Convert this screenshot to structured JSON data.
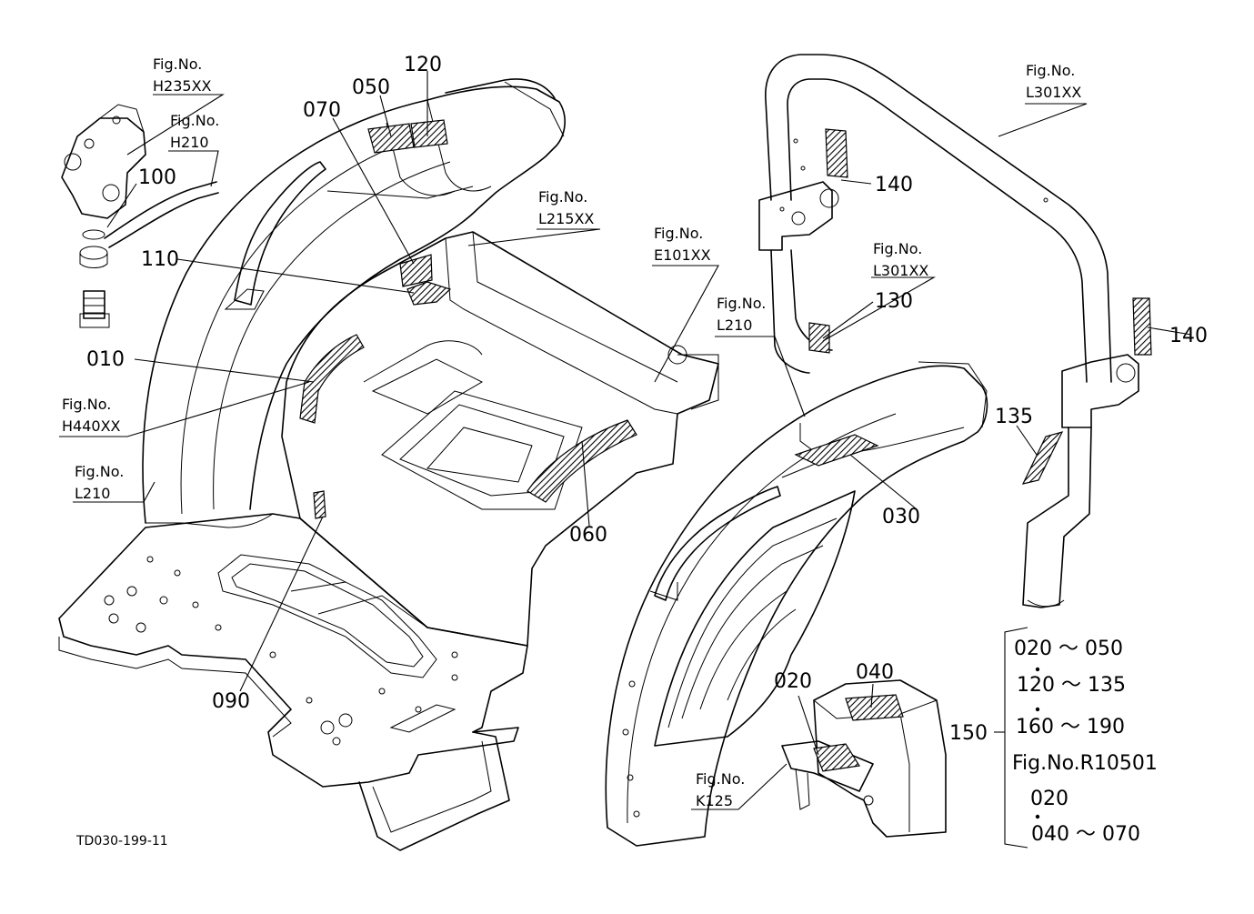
{
  "figure_refs": {
    "h235": "Fig.No.\nH235XX",
    "h210": "Fig.No.\nH210",
    "l215": "Fig.No.\nL215XX",
    "e101": "Fig.No.\nE101XX",
    "l301_top": "Fig.No.\nL301XX",
    "l301_mid": "Fig.No.\nL301XX",
    "l210_right": "Fig.No.\nL210",
    "h440": "Fig.No.\nH440XX",
    "l210_left": "Fig.No.\nL210",
    "k125": "Fig.No.\nK125"
  },
  "part_numbers": {
    "p010": "010",
    "p020": "020",
    "p030": "030",
    "p040": "040",
    "p050": "050",
    "p060": "060",
    "p070": "070",
    "p090": "090",
    "p100": "100",
    "p110": "110",
    "p120": "120",
    "p130": "130",
    "p135": "135",
    "p140_top": "140",
    "p140_right": "140",
    "p150": "150"
  },
  "set_list": {
    "line1": "020 ～ 050",
    "line2": "120 ～ 135",
    "line3": "160 ～ 190",
    "line4": "Fig.No.R10501",
    "line5": "020",
    "line6": "040 ～ 070"
  },
  "drawing_code": "TD030-199-11"
}
